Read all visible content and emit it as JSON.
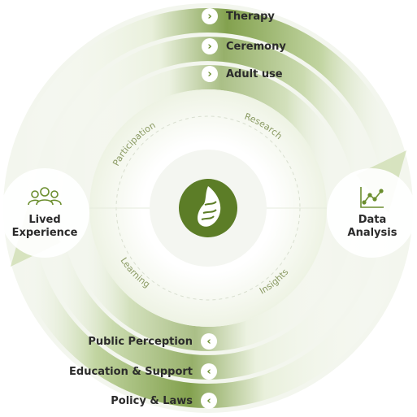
{
  "top_items": [
    {
      "label": "Therapy",
      "icon": "chevron-right-icon"
    },
    {
      "label": "Ceremony",
      "icon": "chevron-right-icon"
    },
    {
      "label": "Adult use",
      "icon": "chevron-right-icon"
    }
  ],
  "bottom_items": [
    {
      "label": "Public Perception",
      "icon": "chevron-left-icon"
    },
    {
      "label": "Education & Support",
      "icon": "chevron-left-icon"
    },
    {
      "label": "Policy & Laws",
      "icon": "chevron-left-icon"
    }
  ],
  "inner_labels": {
    "top_left": "Participation",
    "top_right": "Research",
    "bottom_left": "Learning",
    "bottom_right": "Insights"
  },
  "left_hub": {
    "line1": "Lived",
    "line2": "Experience",
    "icon": "people-group-icon"
  },
  "right_hub": {
    "line1": "Data",
    "line2": "Analysis",
    "icon": "line-chart-icon"
  },
  "center": {
    "icon": "shell-logo-icon"
  },
  "colors": {
    "accent": "#6b8e2e",
    "accent_dark": "#4f6f1f",
    "accent_light": "#dfe9cc",
    "logo_bg": "#5c7d27",
    "text": "#2b2b2b"
  }
}
